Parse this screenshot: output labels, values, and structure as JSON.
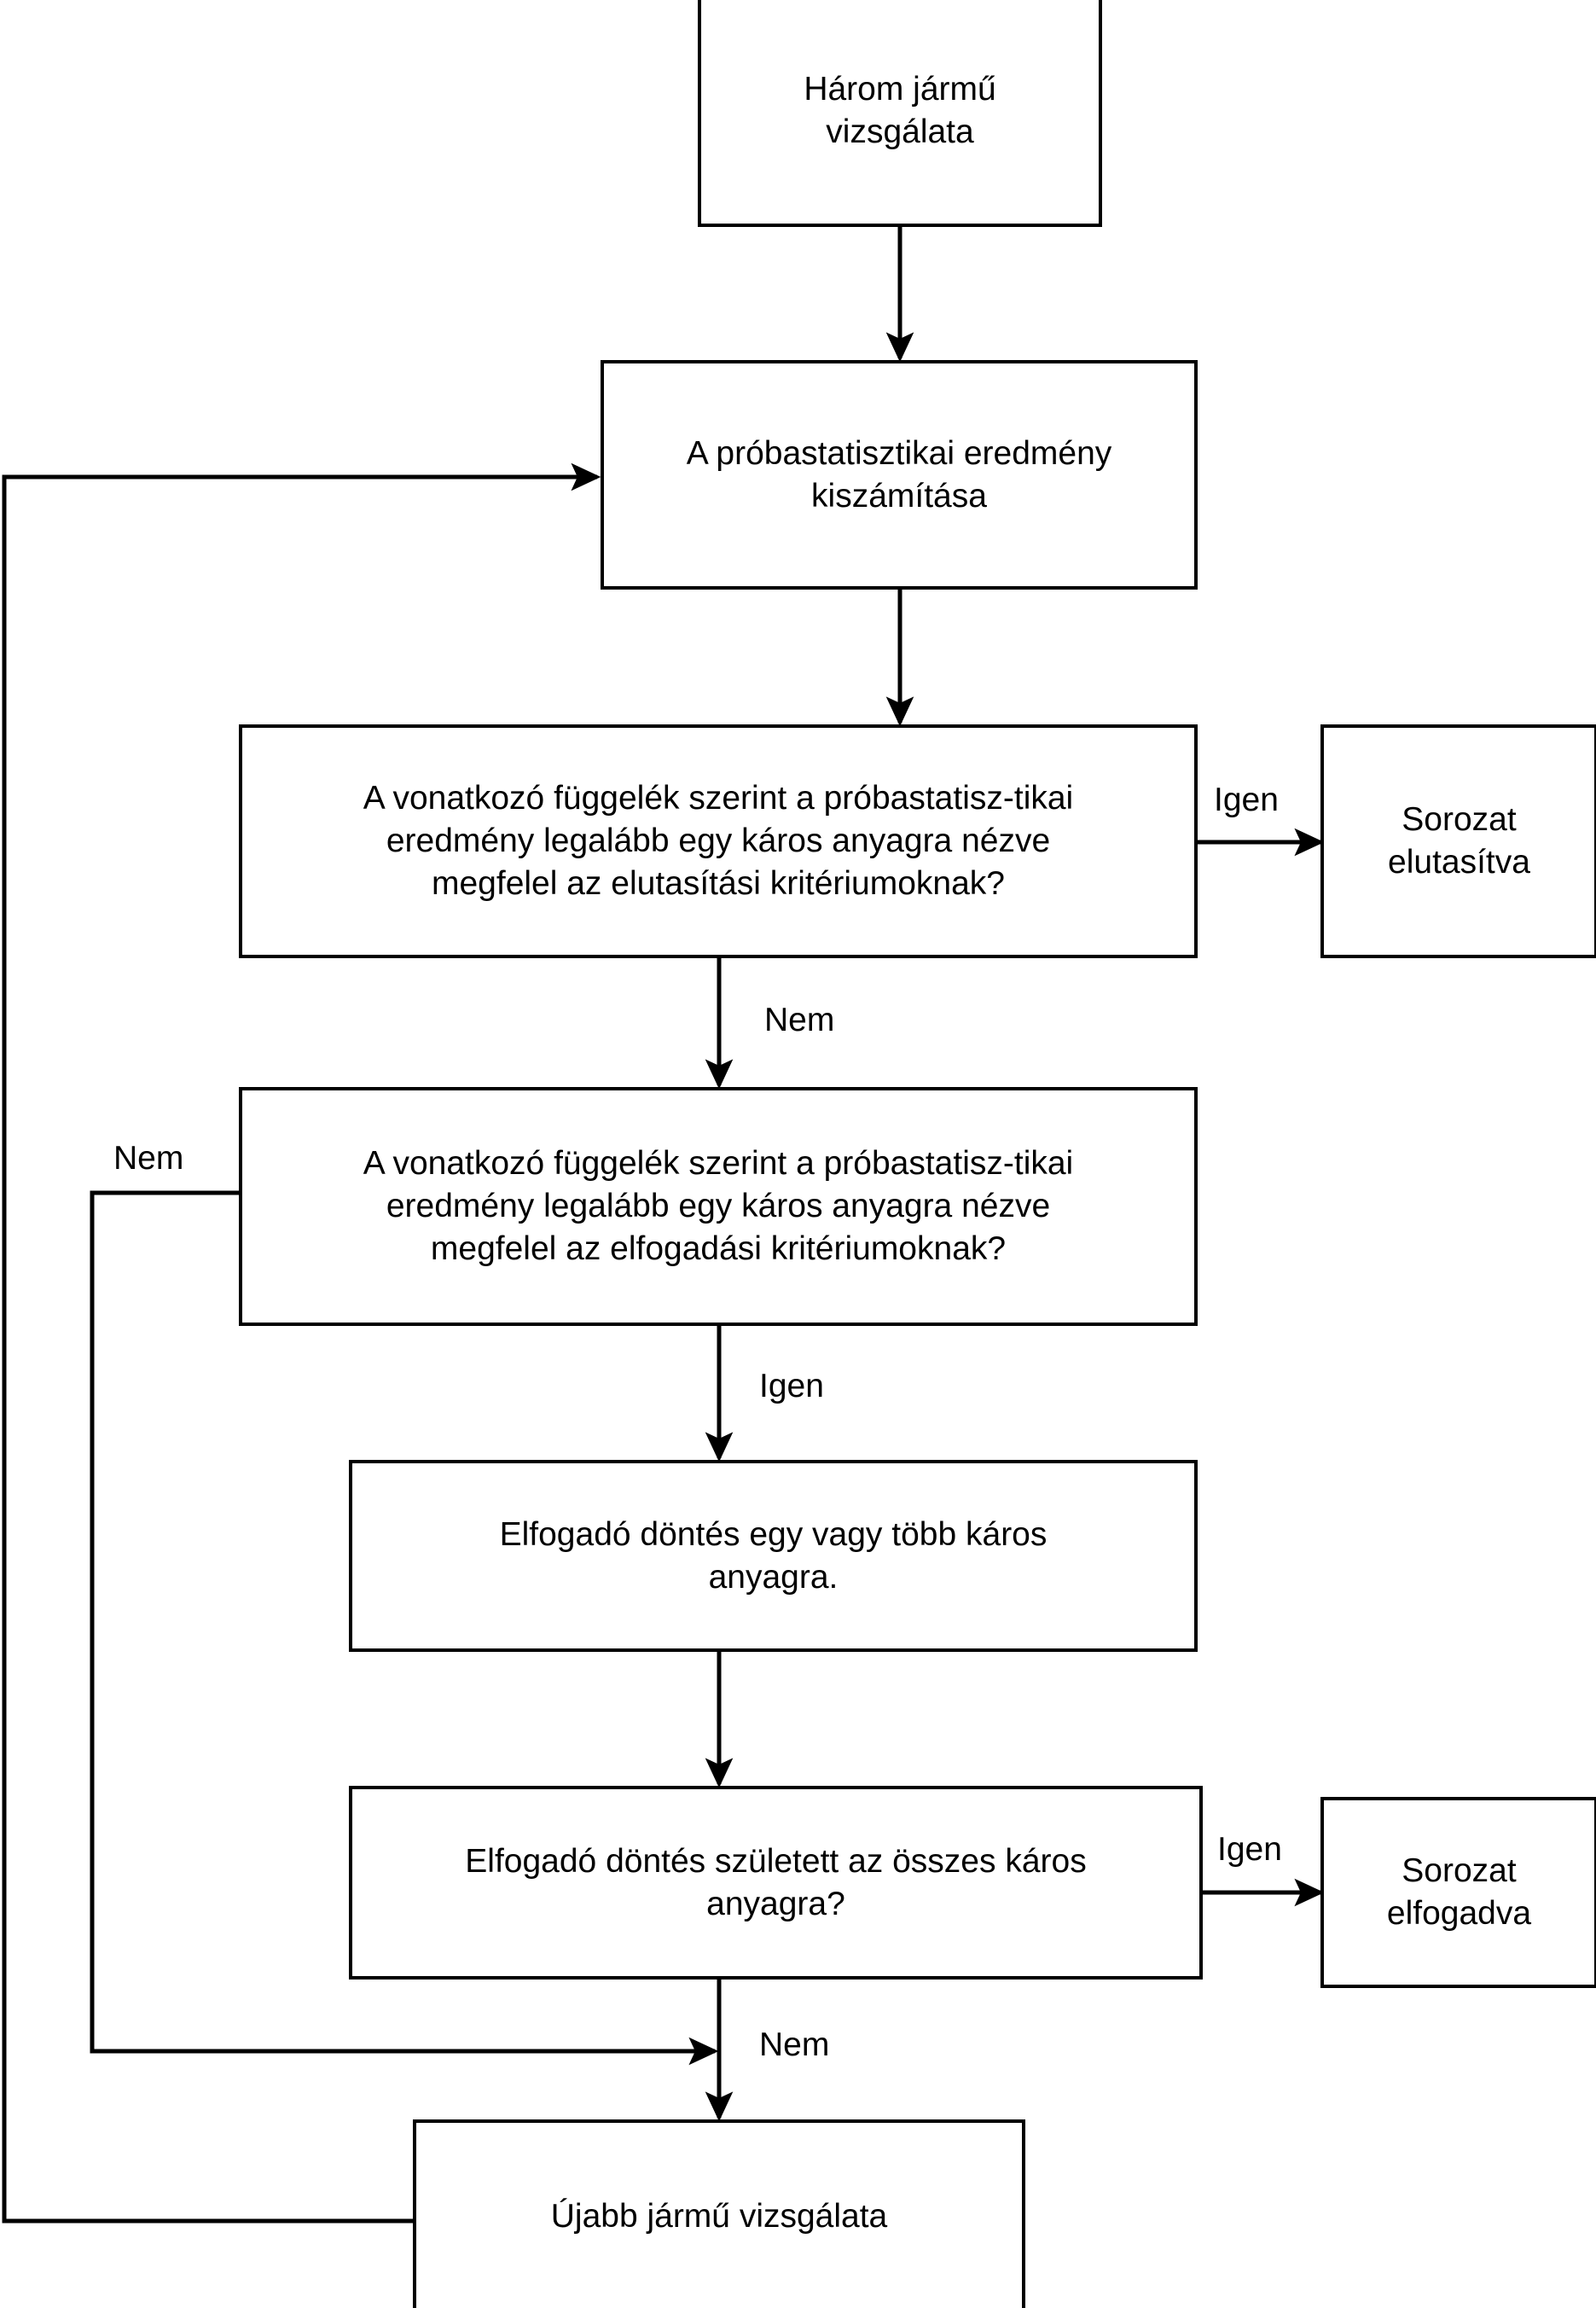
{
  "diagram": {
    "title": "Sorozatvizsgalati dontesi folyamatabra",
    "language": "hu",
    "stroke_color": "#000000",
    "background_color": "#ffffff",
    "text_color": "#000000"
  },
  "nodes": {
    "start": {
      "id": "start",
      "shape": "rectangle",
      "text": "Három jármű\nvizsgálata"
    },
    "compute": {
      "id": "compute",
      "shape": "rectangle",
      "text": "A próbastatisztikai eredmény\nkiszámítása"
    },
    "reject_test": {
      "id": "reject_test",
      "shape": "rectangle",
      "text": "A vonatkozó függelék szerint a próbastatisz-tikai\neredmény legalább egy káros anyagra nézve\nmegfelel az elutasítási kritériumoknak?"
    },
    "series_rejected": {
      "id": "series_rejected",
      "shape": "rectangle",
      "text": "Sorozat\nelutasítva"
    },
    "accept_test": {
      "id": "accept_test",
      "shape": "rectangle",
      "text": "A vonatkozó függelék szerint a próbastatisz-tikai\neredmény legalább egy káros anyagra nézve\nmegfelel az elfogadási kritériumoknak?"
    },
    "accept_decision": {
      "id": "accept_decision",
      "shape": "rectangle",
      "text": "Elfogadó döntés egy vagy több káros\nanyagra."
    },
    "all_decided": {
      "id": "all_decided",
      "shape": "rectangle",
      "text": "Elfogadó döntés született az összes káros\nanyagra?"
    },
    "series_accepted": {
      "id": "series_accepted",
      "shape": "rectangle",
      "text": "Sorozat\nelfogadva"
    },
    "another_vehicle": {
      "id": "another_vehicle",
      "shape": "rectangle",
      "text": "Újabb jármű vizsgálata"
    }
  },
  "edge_labels": {
    "reject_yes": "Igen",
    "reject_no": "Nem",
    "accept_no": "Nem",
    "accept_yes": "Igen",
    "all_yes": "Igen",
    "all_no": "Nem"
  },
  "edges": [
    {
      "from": "start",
      "to": "compute",
      "label": ""
    },
    {
      "from": "compute",
      "to": "reject_test",
      "label": ""
    },
    {
      "from": "reject_test",
      "to": "series_rejected",
      "label": "Igen"
    },
    {
      "from": "reject_test",
      "to": "accept_test",
      "label": "Nem"
    },
    {
      "from": "accept_test",
      "to": "another_vehicle",
      "label": "Nem"
    },
    {
      "from": "accept_test",
      "to": "accept_decision",
      "label": "Igen"
    },
    {
      "from": "accept_decision",
      "to": "all_decided",
      "label": ""
    },
    {
      "from": "all_decided",
      "to": "series_accepted",
      "label": "Igen"
    },
    {
      "from": "all_decided",
      "to": "another_vehicle",
      "label": "Nem"
    },
    {
      "from": "another_vehicle",
      "to": "compute",
      "label": ""
    }
  ]
}
